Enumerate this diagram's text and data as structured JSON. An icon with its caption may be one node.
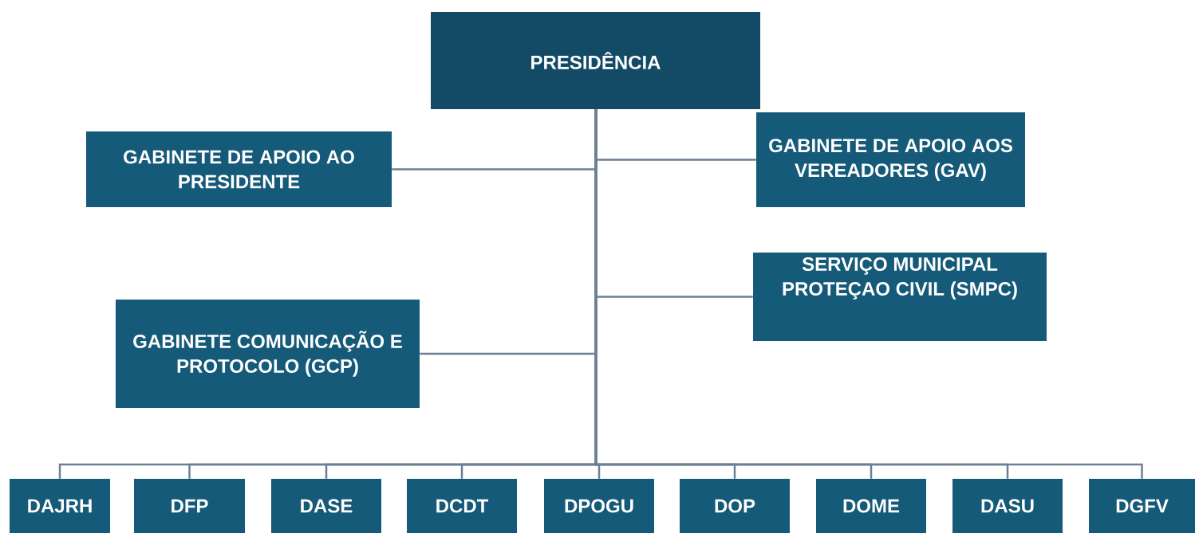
{
  "diagram": {
    "nodes": [
      {
        "text": [
          "PRESIDÊNCIA"
        ]
      },
      {
        "text": [
          "GABINETE DE APOIO AO PRESIDENTE"
        ]
      },
      {
        "text": [
          "GABINETE DE APOIO AOS VEREADORES (GAV)"
        ]
      },
      {
        "text": [
          "SERVIÇO MUNICIPAL PROTEÇAO CIVIL (SMPC)"
        ]
      },
      {
        "text": [
          "GABINETE COMUNICAÇÃO E PROTOCOLO (GCP)"
        ]
      },
      {
        "text": [
          "DAJRH"
        ]
      },
      {
        "text": [
          "DFP"
        ]
      },
      {
        "text": [
          "DASE"
        ]
      },
      {
        "text": [
          "DCDT"
        ]
      },
      {
        "text": [
          "DPOGU"
        ]
      },
      {
        "text": [
          "DOP"
        ]
      },
      {
        "text": [
          "DOME"
        ]
      },
      {
        "text": [
          "DASU"
        ]
      },
      {
        "text": [
          "DGFV"
        ]
      }
    ],
    "edges": [
      {
        "from": 0,
        "to": 1,
        "arrow": "none"
      },
      {
        "from": 0,
        "to": 2,
        "arrow": "none"
      },
      {
        "from": 0,
        "to": 3,
        "arrow": "none"
      },
      {
        "from": 0,
        "to": 4,
        "arrow": "none"
      },
      {
        "from": 0,
        "to": 5,
        "arrow": "none"
      },
      {
        "from": 0,
        "to": 6,
        "arrow": "none"
      },
      {
        "from": 0,
        "to": 7,
        "arrow": "none"
      },
      {
        "from": 0,
        "to": 8,
        "arrow": "none"
      },
      {
        "from": 0,
        "to": 9,
        "arrow": "none"
      },
      {
        "from": 0,
        "to": 10,
        "arrow": "none"
      },
      {
        "from": 0,
        "to": 11,
        "arrow": "none"
      },
      {
        "from": 0,
        "to": 12,
        "arrow": "none"
      },
      {
        "from": 0,
        "to": 13,
        "arrow": "none"
      }
    ]
  }
}
